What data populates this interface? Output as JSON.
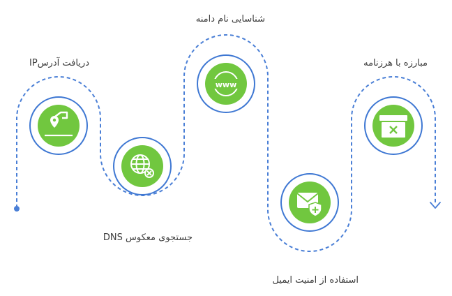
{
  "colors": {
    "line": "#4a7fd6",
    "circle_border": "#3f78d3",
    "icon_bg": "#71c73f",
    "text": "#3d3d3d"
  },
  "steps": [
    {
      "label": "دریافت آدرسIP",
      "icon": "hand-location-pin-icon"
    },
    {
      "label": "جستجوی معکوس DNS",
      "icon": "globe-x-icon"
    },
    {
      "label": "شناسایی نام دامنه",
      "icon": "www-icon"
    },
    {
      "label": "استفاده از امنیت ایمیل",
      "icon": "envelope-shield-icon"
    },
    {
      "label": "مبارزه با هرزنامه",
      "icon": "archive-x-icon"
    }
  ]
}
